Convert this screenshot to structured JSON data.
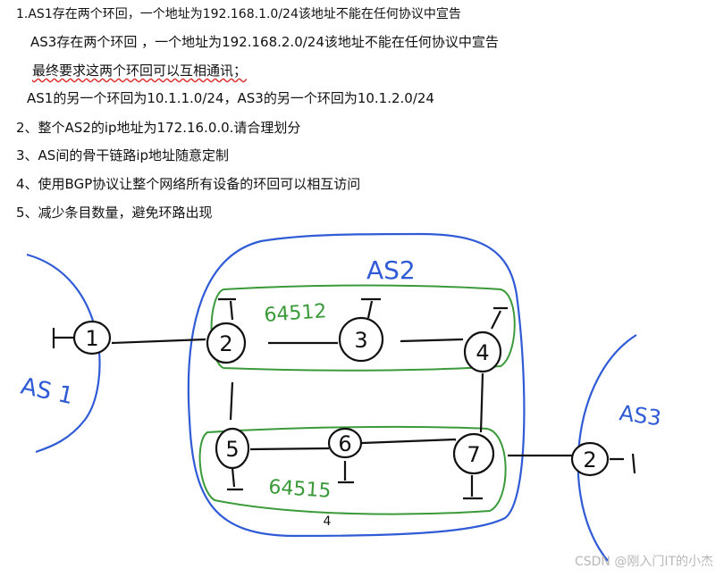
{
  "requirements": [
    "1.AS1存在两个环回，一个地址为192.168.1.0/24该地址不能在任何协议中宣告",
    "AS3存在两个环回 ，一个地址为192.168.2.0/24该地址不能在任何协议中宣告",
    "最终要求这两个环回可以互相通讯；",
    "AS1的另一个环回为10.1.1.0/24，AS3的另一个环回为10.1.2.0/24",
    "2、整个AS2的ip地址为172.16.0.0.请合理划分",
    "3、AS间的骨干链路ip地址随意定制",
    "4、使用BGP协议让整个网络所有设备的环回可以相互访问",
    "5、减少条目数量，避免环路出现"
  ],
  "diagram": {
    "as_labels": {
      "as1": "AS 1",
      "as2": "AS2",
      "as3": "AS3"
    },
    "sub_as_labels": {
      "top": "64512",
      "bottom": "64515"
    },
    "routers": [
      "1",
      "2",
      "3",
      "4",
      "5",
      "6",
      "7",
      "2"
    ],
    "page_number": "4",
    "colors": {
      "as_boundary": "#2f5bd6",
      "sub_as": "#3a9a3a",
      "ink": "#111111"
    }
  },
  "watermark": "CSDN @刚入门IT的小杰"
}
